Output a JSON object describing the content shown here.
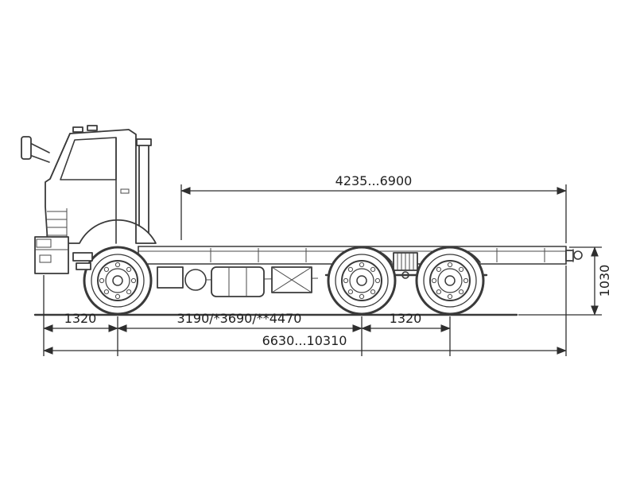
{
  "diagram": {
    "type": "technical-dimension-drawing",
    "dimensions": {
      "top_span": "4235...6900",
      "frame_height": "1030",
      "front_overhang": "1320",
      "wheelbase": "3190/*3690/**4470",
      "rear_bogie_spacing": "1320",
      "overall_length": "6630...10310"
    },
    "colors": {
      "line": "#3a3a3a",
      "dimension_line": "#2e2e2e",
      "text": "#1f1f1f",
      "background": "#ffffff"
    }
  }
}
